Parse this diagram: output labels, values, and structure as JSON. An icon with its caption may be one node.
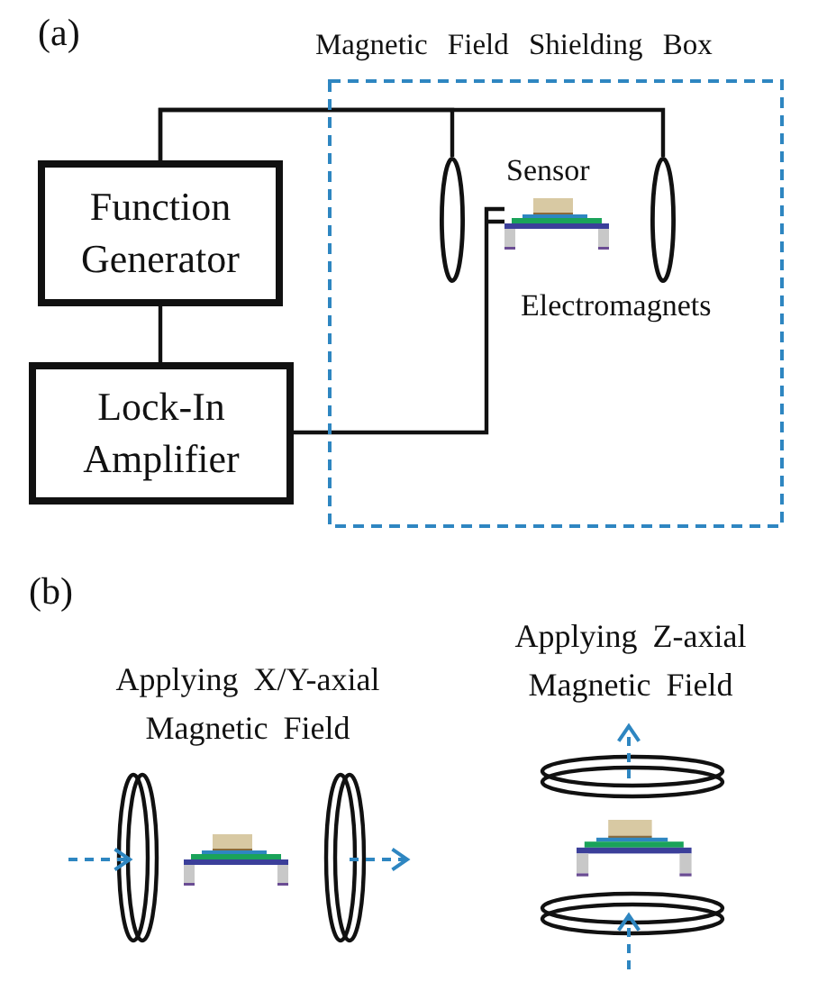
{
  "diagram": {
    "nodes": [
      {
        "text": [
          "Function Generator"
        ]
      },
      {
        "text": [
          "Lock-In Amplifier"
        ]
      },
      {
        "text": [
          "Magnetic Field Shielding Box"
        ]
      },
      {
        "text": [],
        "shape": "ellipse",
        "in": 2
      },
      {
        "text": [],
        "shape": "picture",
        "in": 2,
        "beside": [
          "Sensor"
        ]
      },
      {
        "text": [],
        "shape": "ellipse",
        "in": 2
      }
    ],
    "edges": [
      {
        "from": 0,
        "to": 3,
        "arrow": "none"
      },
      {
        "from": 0,
        "to": 5,
        "arrow": "none"
      },
      {
        "from": 0,
        "to": 1,
        "arrow": "none"
      },
      {
        "from": 1,
        "to": 4,
        "arrow": "none"
      }
    ],
    "labels": [
      "(a)",
      "Electromagnets",
      "(b)",
      "Applying X/Y-axial Magnetic Field",
      "Applying Z-axial Magnetic Field"
    ]
  }
}
